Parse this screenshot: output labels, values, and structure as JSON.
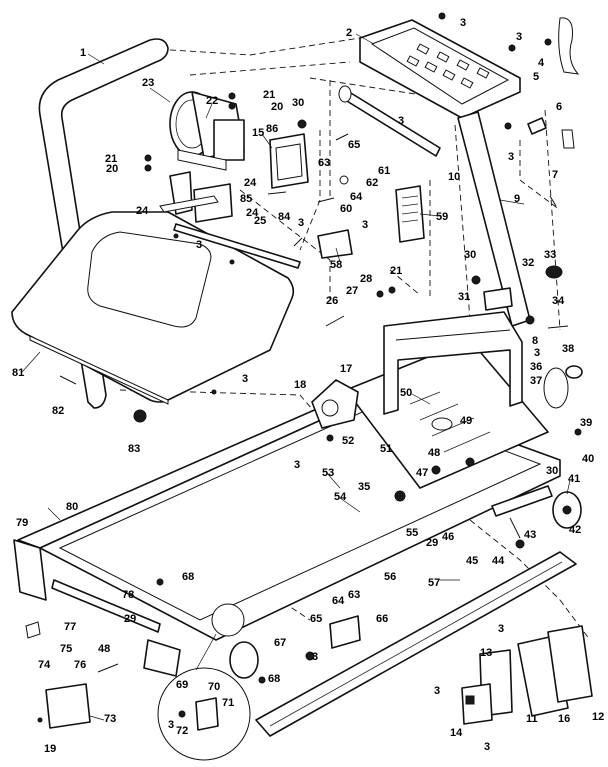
{
  "callouts": [
    "1",
    "2",
    "3",
    "4",
    "5",
    "6",
    "7",
    "8",
    "9",
    "10",
    "11",
    "12",
    "13",
    "14",
    "15",
    "16",
    "17",
    "18",
    "19",
    "20",
    "21",
    "22",
    "23",
    "24",
    "25",
    "26",
    "27",
    "28",
    "29",
    "30",
    "31",
    "32",
    "33",
    "34",
    "35",
    "36",
    "37",
    "38",
    "39",
    "40",
    "41",
    "42",
    "43",
    "44",
    "45",
    "46",
    "47",
    "48",
    "49",
    "50",
    "51",
    "52",
    "53",
    "54",
    "55",
    "56",
    "57",
    "58",
    "59",
    "60",
    "61",
    "62",
    "63",
    "64",
    "65",
    "66",
    "67",
    "68",
    "69",
    "70",
    "71",
    "72",
    "73",
    "74",
    "75",
    "76",
    "77",
    "78",
    "79",
    "80",
    "81",
    "82",
    "83",
    "84",
    "85",
    "86"
  ]
}
